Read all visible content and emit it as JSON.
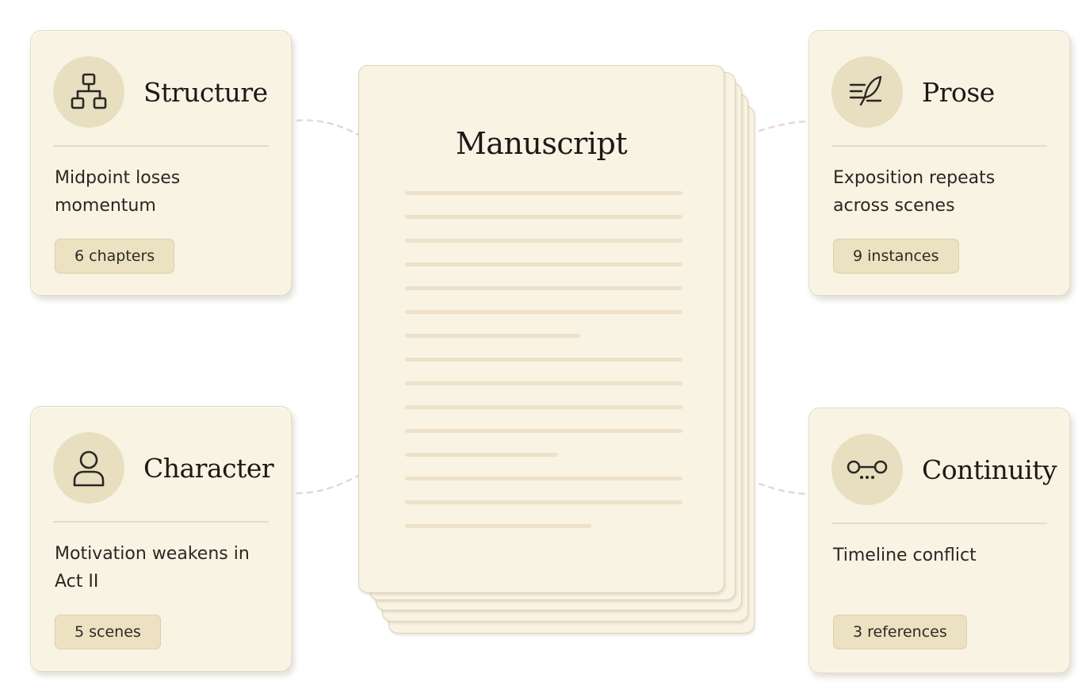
{
  "manuscript": {
    "title": "Manuscript",
    "line_lengths": [
      1,
      1,
      1,
      1,
      1,
      1,
      0.63,
      1,
      1,
      1,
      1,
      0.55,
      1,
      1,
      0.67
    ]
  },
  "cards": {
    "structure": {
      "title": "Structure",
      "description": "Midpoint loses momentum",
      "badge": "6 chapters",
      "icon": "hierarchy-icon"
    },
    "prose": {
      "title": "Prose",
      "description": "Exposition repeats across scenes",
      "badge": "9 instances",
      "icon": "quill-lines-icon"
    },
    "character": {
      "title": "Character",
      "description": "Motivation weakens in Act II",
      "badge": "5 scenes",
      "icon": "person-icon"
    },
    "continuity": {
      "title": "Continuity",
      "description": "Timeline conflict",
      "badge": "3 references",
      "icon": "timeline-link-icon"
    }
  },
  "colors": {
    "card_background": "#f8f3e3",
    "icon_circle": "#e8dec0",
    "badge_background": "#ece1c0",
    "manuscript_line": "#ede1c9",
    "connector": "#e8d6d6",
    "text": "#1c1a17"
  }
}
